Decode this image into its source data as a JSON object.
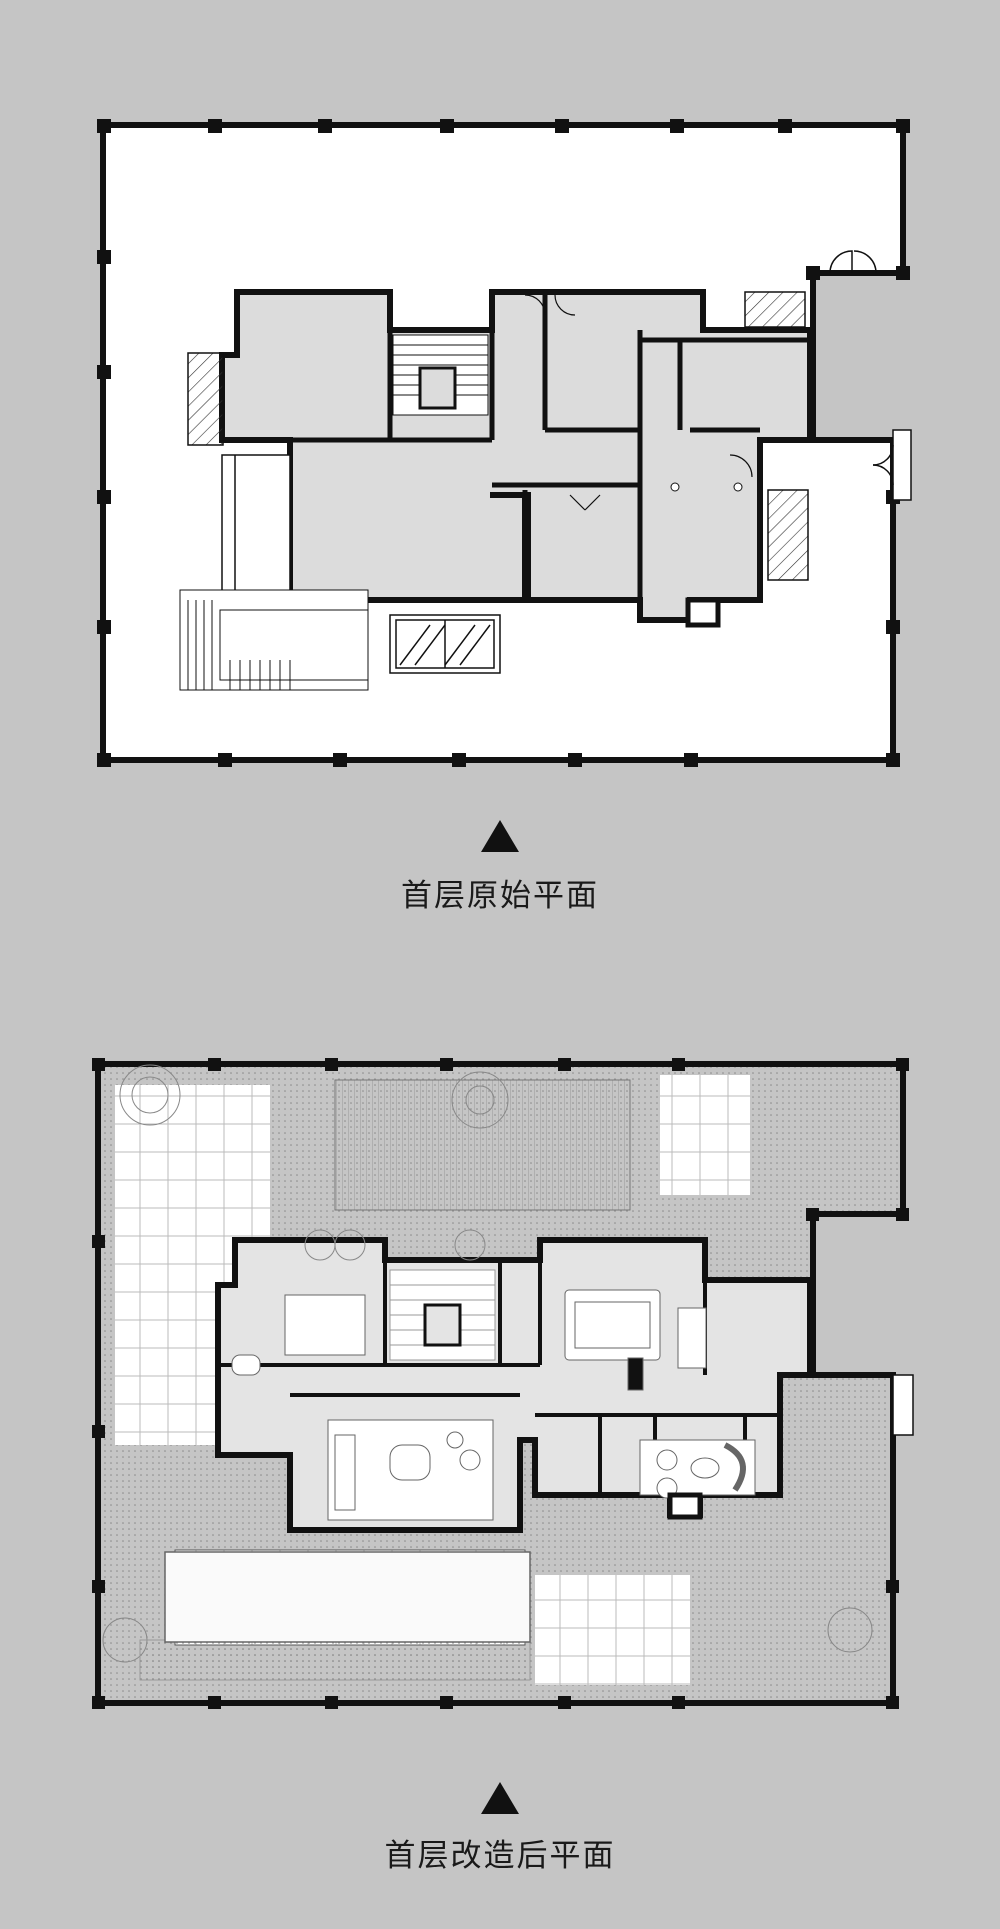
{
  "plans": [
    {
      "caption": "首层原始平面",
      "variant": "original"
    },
    {
      "caption": "首层改造后平面",
      "variant": "renovated"
    }
  ],
  "colors": {
    "background": "#c5c5c5",
    "wall": "#111111",
    "room_fill": "#dcdcdc",
    "paper": "#ffffff",
    "lawn": "#f2f2f2",
    "hatch": "#555555"
  },
  "icons": {
    "pointer": "up-triangle-icon"
  }
}
